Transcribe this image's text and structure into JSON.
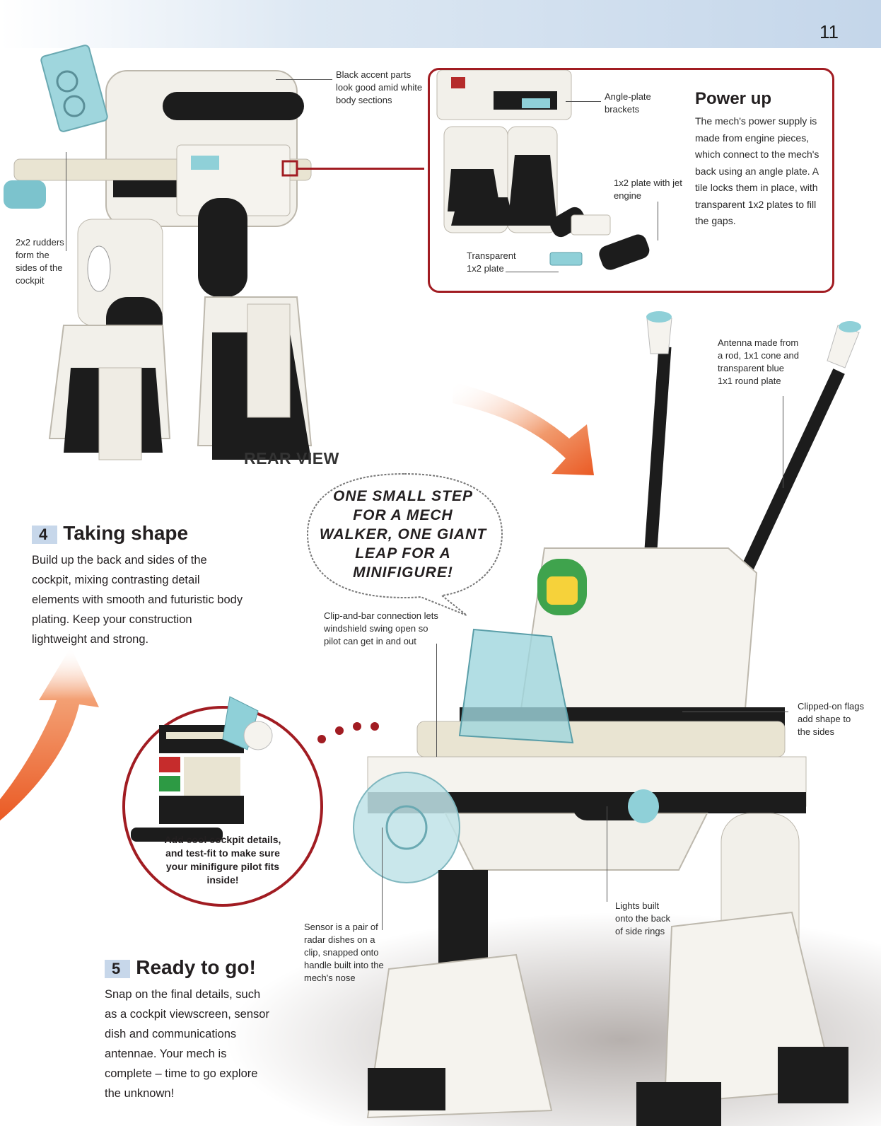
{
  "page_number": "11",
  "rear_view_label": "REAR VIEW",
  "power_up": {
    "title": "Power up",
    "text": "The mech's power supply is made from engine pieces, which connect to the mech's back using an angle plate. A tile locks them in place, with transparent 1x2 plates to fill the gaps."
  },
  "annotations": {
    "black_accent": "Black accent parts look good amid white body sections",
    "rudders": "2x2 rudders form the sides of the cockpit",
    "angle_plate": "Angle-plate brackets",
    "jet_engine": "1x2 plate with jet engine",
    "transparent_plate": "Transparent 1x2 plate",
    "antenna": "Antenna made from a rod, 1x1 cone and transparent blue 1x1 round plate",
    "clip_bar": "Clip-and-bar connection lets windshield swing open so pilot can get in and out",
    "flags": "Clipped-on flags add shape to the sides",
    "lights": "Lights built onto the back of side rings",
    "sensor": "Sensor is a pair of radar dishes on a clip, snapped onto handle built into the mech's nose"
  },
  "speech_bubble": "ONE SMALL STEP FOR A MECH WALKER, ONE GIANT LEAP FOR A MINIFIGURE!",
  "step4": {
    "number": "4",
    "title": "Taking shape",
    "text": "Build up the back and sides of the cockpit, mixing contrasting detail elements with smooth and futuristic body plating. Keep your construction lightweight and strong."
  },
  "step5": {
    "number": "5",
    "title": "Ready to go!",
    "text": "Snap on the final details, such as a cockpit viewscreen, sensor dish and communications antennae. Your mech is complete – time to go explore the unknown!"
  },
  "cockpit_caption": "Add cool cockpit details, and test-fit to make sure your minifigure pilot fits inside!",
  "colors": {
    "accent_red": "#a11c22",
    "arrow_orange": "#ea5a24",
    "badge_blue": "#c7d7ea"
  }
}
